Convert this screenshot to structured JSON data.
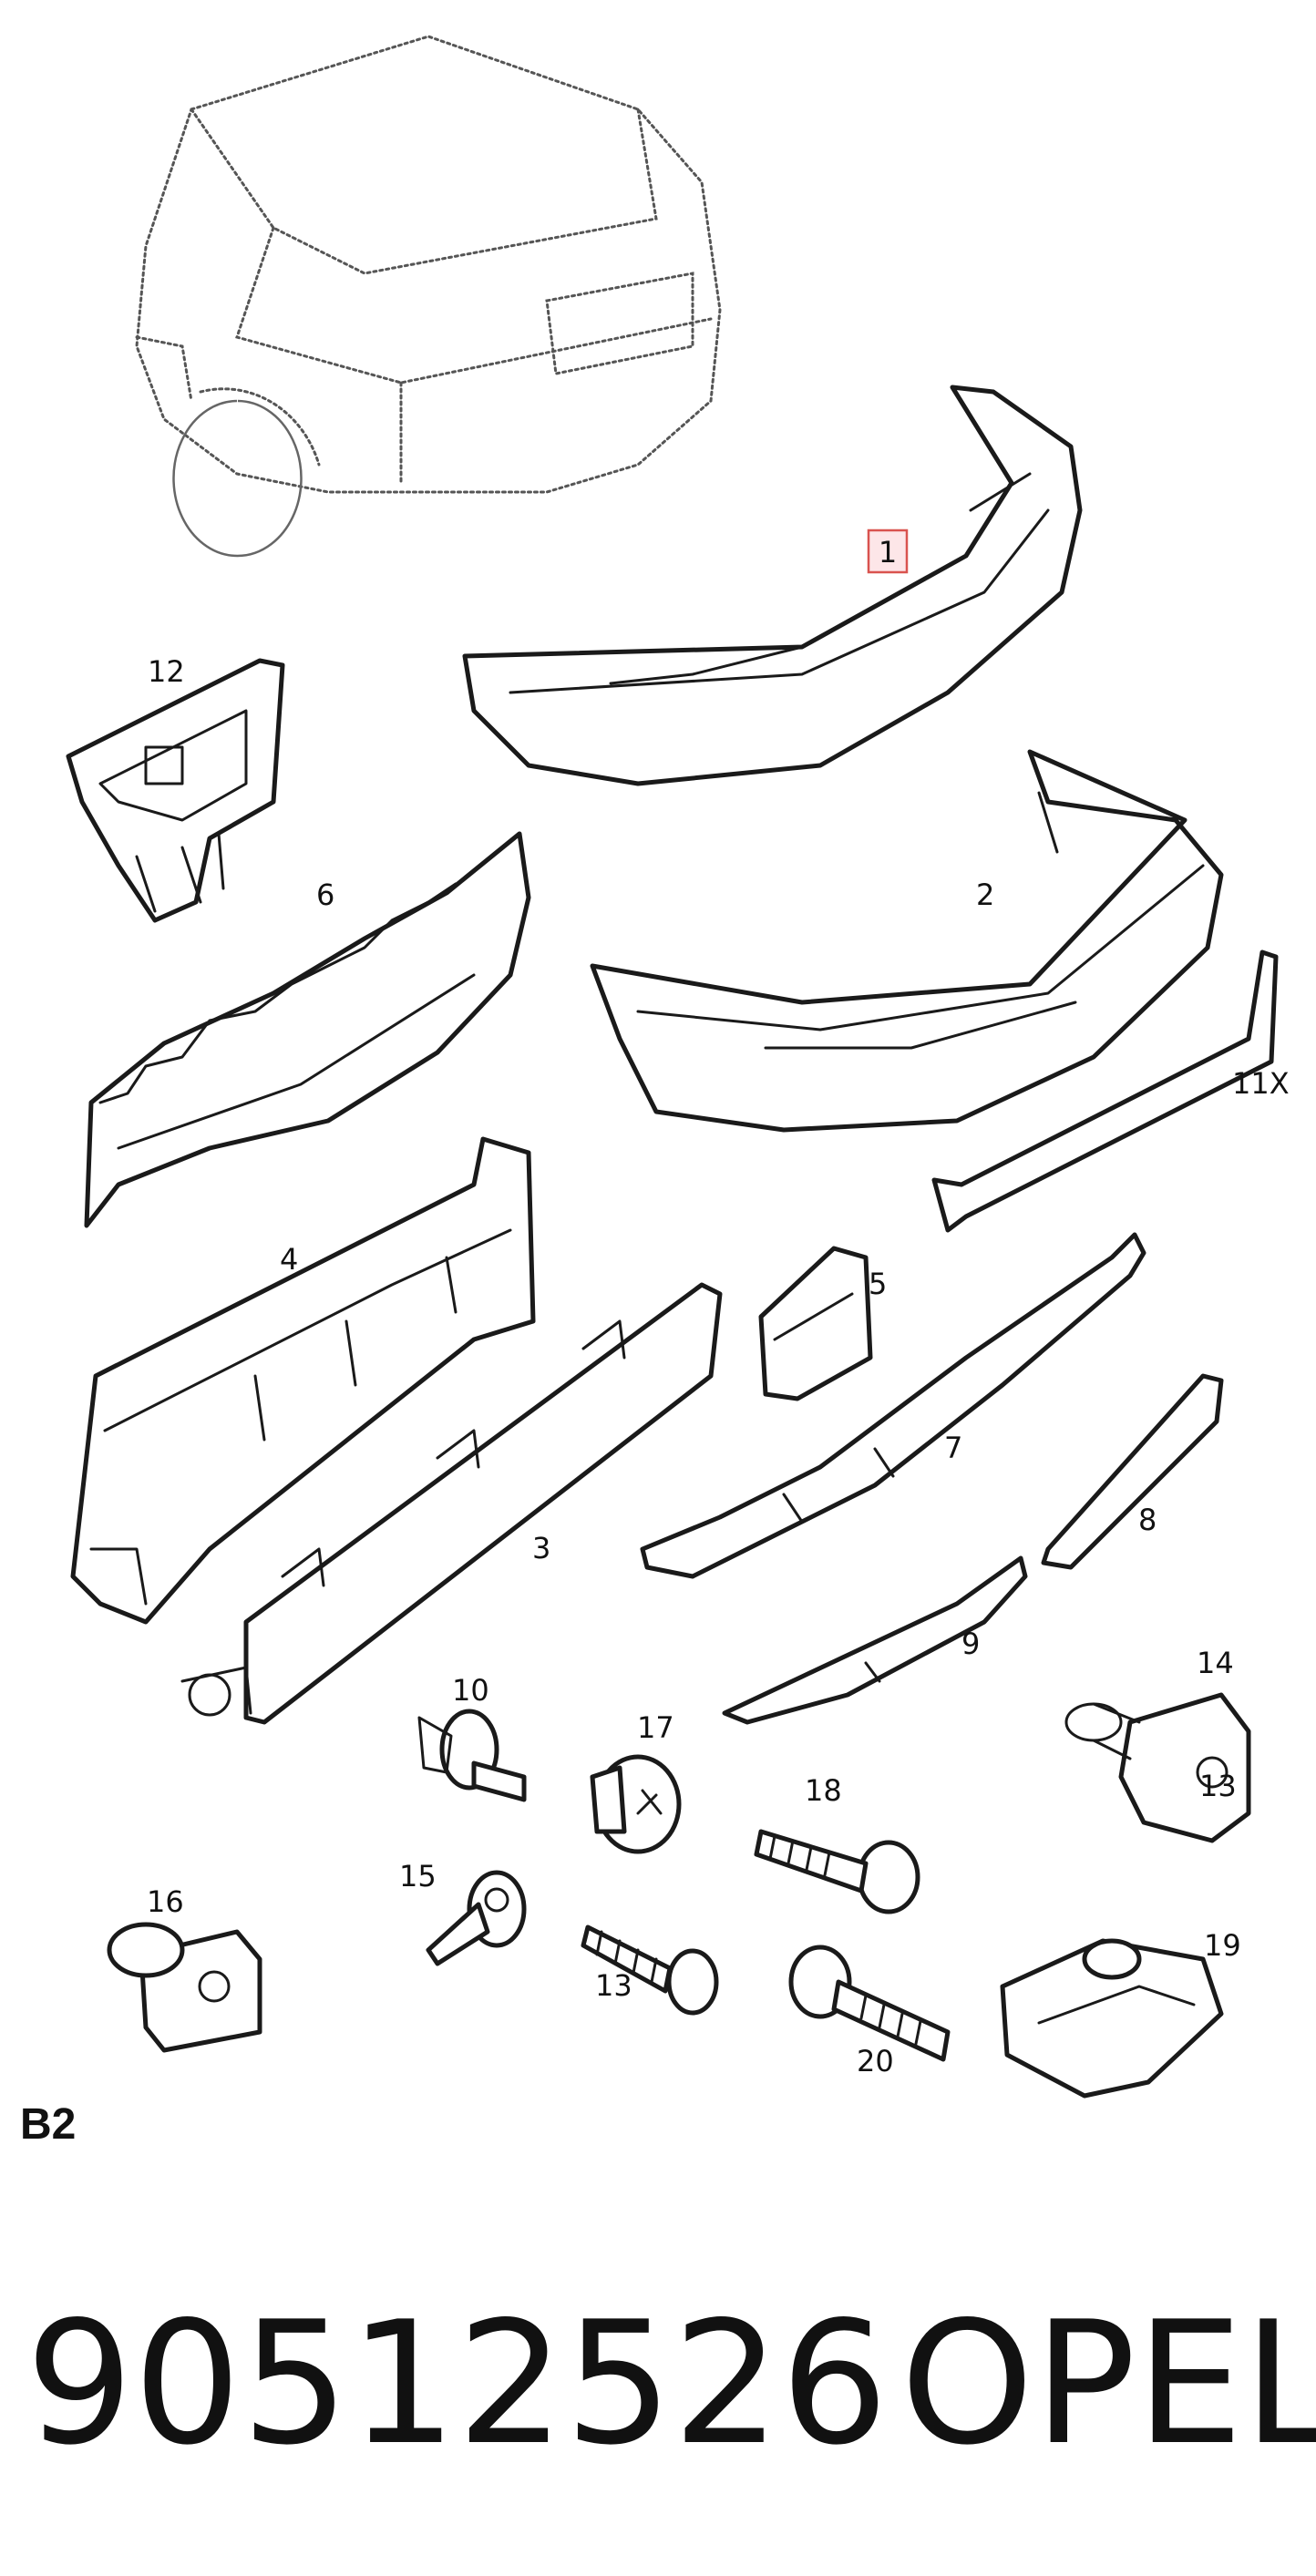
{
  "section_label": "B2",
  "part_number": "90512526",
  "brand": "OPEL",
  "highlighted_label": "1",
  "callouts": {
    "p1": "1",
    "p2": "2",
    "p3": "3",
    "p4": "4",
    "p5": "5",
    "p6": "6",
    "p7": "7",
    "p8": "8",
    "p9": "9",
    "p10": "10",
    "p11x": "11X",
    "p12": "12",
    "p13a": "13",
    "p13b": "13",
    "p14": "14",
    "p15": "15",
    "p16": "16",
    "p17": "17",
    "p18": "18",
    "p19": "19",
    "p20": "20"
  },
  "colors": {
    "highlight_fill": "#fde6e8",
    "highlight_stroke": "#d9534f",
    "ink": "#1a1a1a"
  }
}
